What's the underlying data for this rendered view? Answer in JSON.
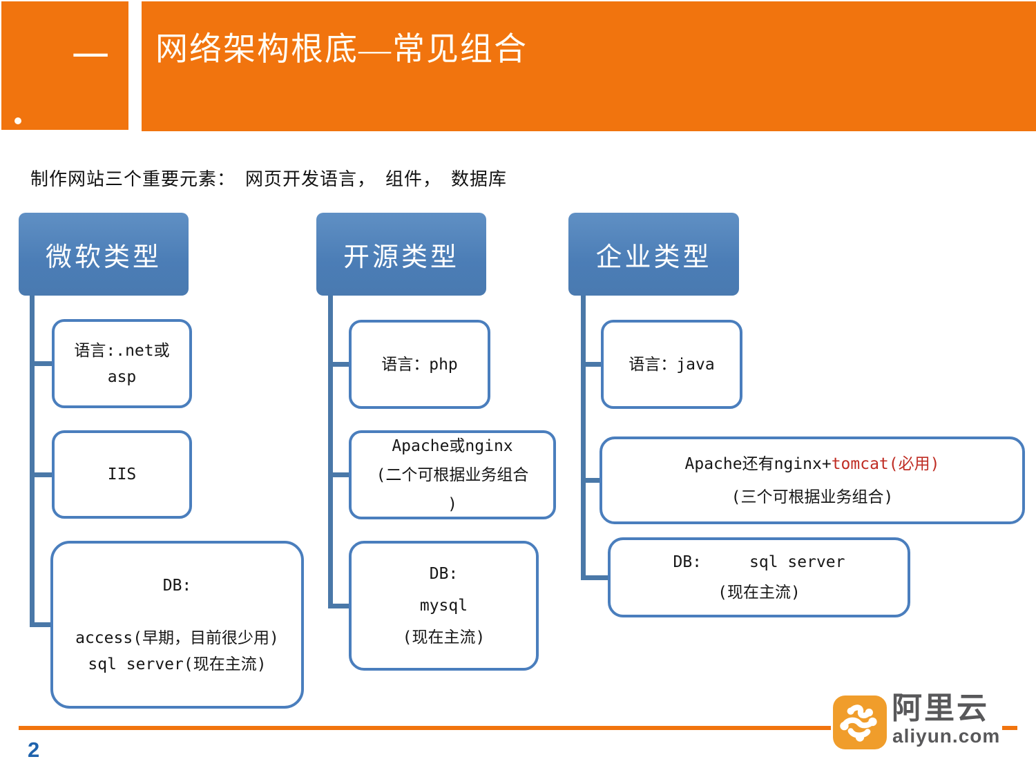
{
  "header": {
    "section_number": "一",
    "title": "网络架构根底—常见组合"
  },
  "intro": {
    "text": "制作网站三个重要元素：　网页开发语言，　组件，　数据库"
  },
  "tree": {
    "columns": [
      {
        "header": "微软类型",
        "children": [
          {
            "text": "语言:.net或\nasp"
          },
          {
            "text": "IIS"
          },
          {
            "text": "DB:\n\naccess(早期，目前很少用)\nsql server(现在主流)"
          }
        ]
      },
      {
        "header": "开源类型",
        "children": [
          {
            "text": "语言：php"
          },
          {
            "text": "Apache或nginx\n(二个可根据业务组合\n)"
          },
          {
            "text": "DB:\nmysql\n(现在主流)"
          }
        ]
      },
      {
        "header": "企业类型",
        "children": [
          {
            "text": "语言：java"
          },
          {
            "text_prefix": "Apache还有nginx+",
            "text_highlight": "tomcat(必用)",
            "text_line2": "(三个可根据业务组合)"
          },
          {
            "text": "DB:　　　sql server\n(现在主流)"
          }
        ]
      }
    ]
  },
  "footer": {
    "page_number": "2",
    "logo": {
      "icon": "aliyun-cloud-icon",
      "brand": "阿里云",
      "domain": "aliyun.com"
    }
  },
  "colors": {
    "orange": "#F1740E",
    "header_box_blue": "#4F81BD",
    "connector_blue": "#4A78A8",
    "node_border_blue": "#4A7EBD",
    "highlight_red": "#BF2C23",
    "page_number_blue": "#1F63AD",
    "logo_orange": "#F09D2B",
    "logo_gray": "#58585A"
  }
}
